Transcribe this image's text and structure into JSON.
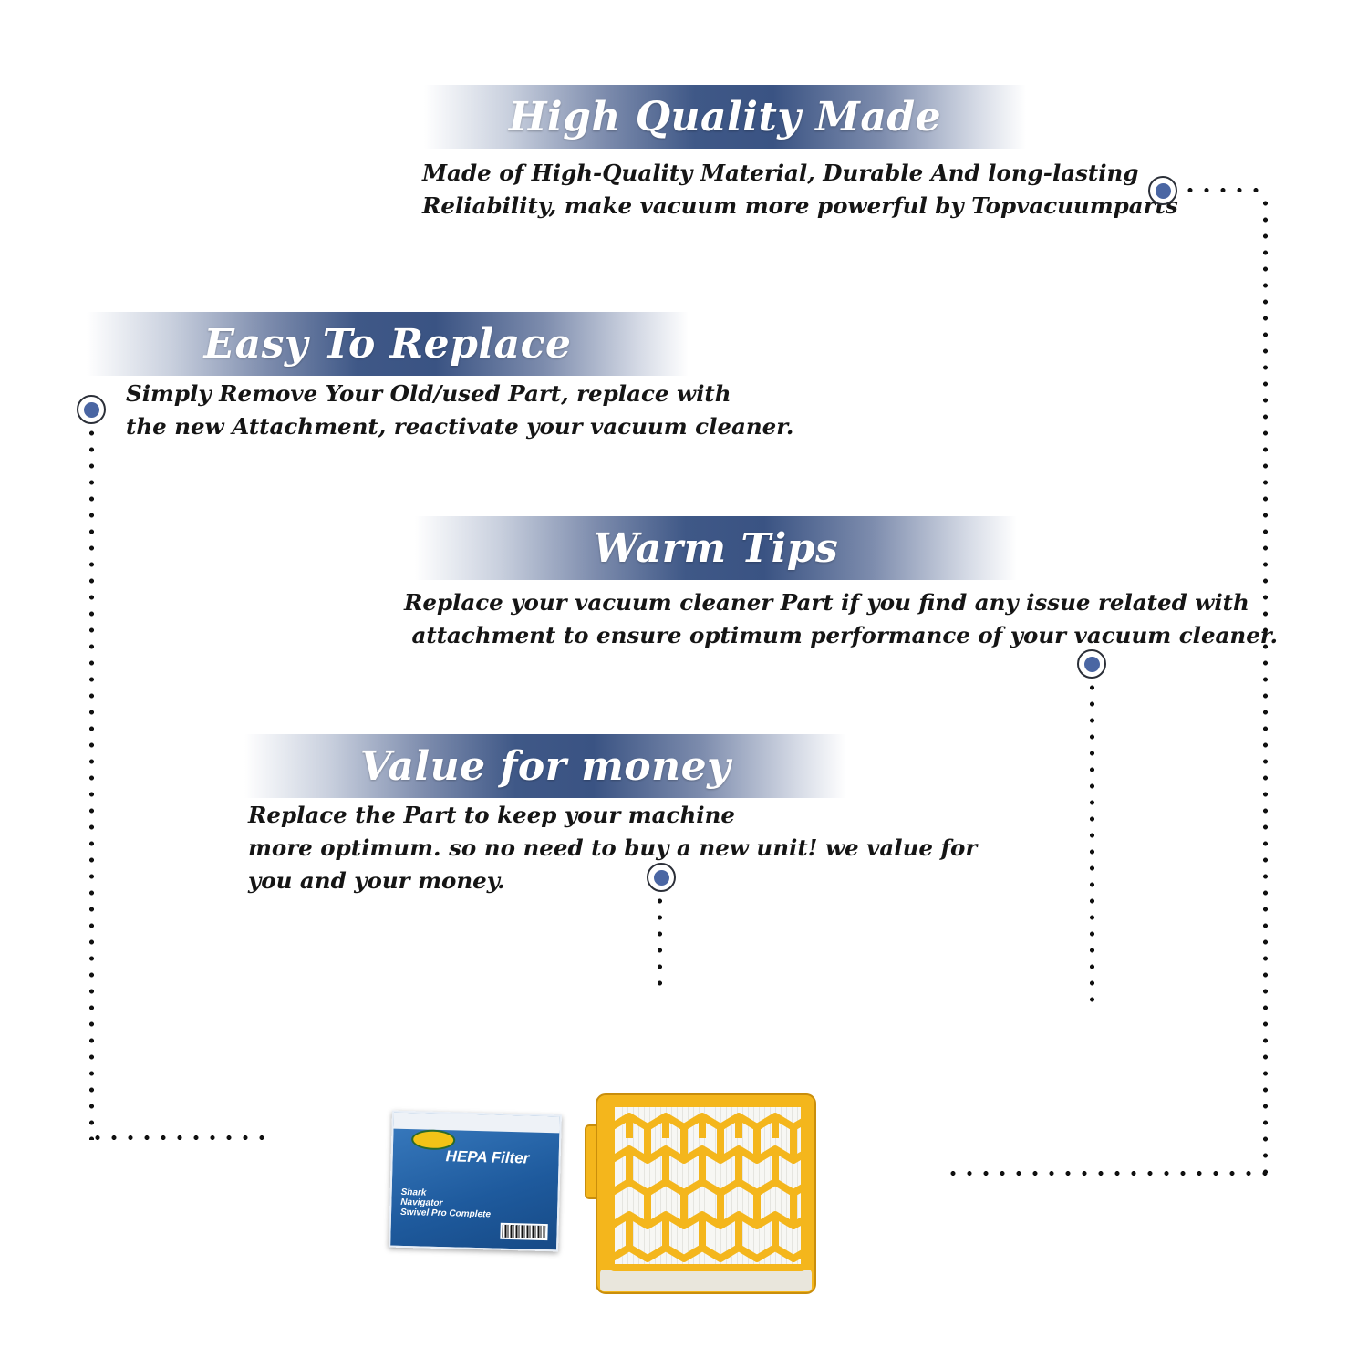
{
  "sections": [
    {
      "title": "High Quality Made",
      "lines": [
        "Made of  High-Quality Material, Durable And long-lasting",
        "Reliability, make vacuum more powerful by Topvacuumparts"
      ]
    },
    {
      "title": "Easy To Replace",
      "lines": [
        "Simply Remove Your Old/used Part, replace with",
        "the new Attachment, reactivate your vacuum cleaner."
      ]
    },
    {
      "title": "Warm Tips",
      "lines": [
        "Replace your vacuum cleaner Part if you find any issue related with",
        " attachment to ensure optimum performance of your vacuum cleaner."
      ]
    },
    {
      "title": "Value for money",
      "lines": [
        "Replace the Part to keep your machine",
        "more optimum. so no need to buy a new unit! we value for",
        "you and your money."
      ]
    }
  ],
  "product": {
    "package_title": "HEPA Filter",
    "package_lines": [
      "Shark",
      "Navigator",
      "Swivel Pro Complete"
    ],
    "filter_color": "#f4b61c"
  },
  "colors": {
    "banner_dark": "#3a5383",
    "marker_fill": "#4a66a3",
    "text": "#151515"
  },
  "icons": [
    "circle-marker-icon",
    "hepa-filter-package",
    "hepa-filter-cartridge"
  ]
}
